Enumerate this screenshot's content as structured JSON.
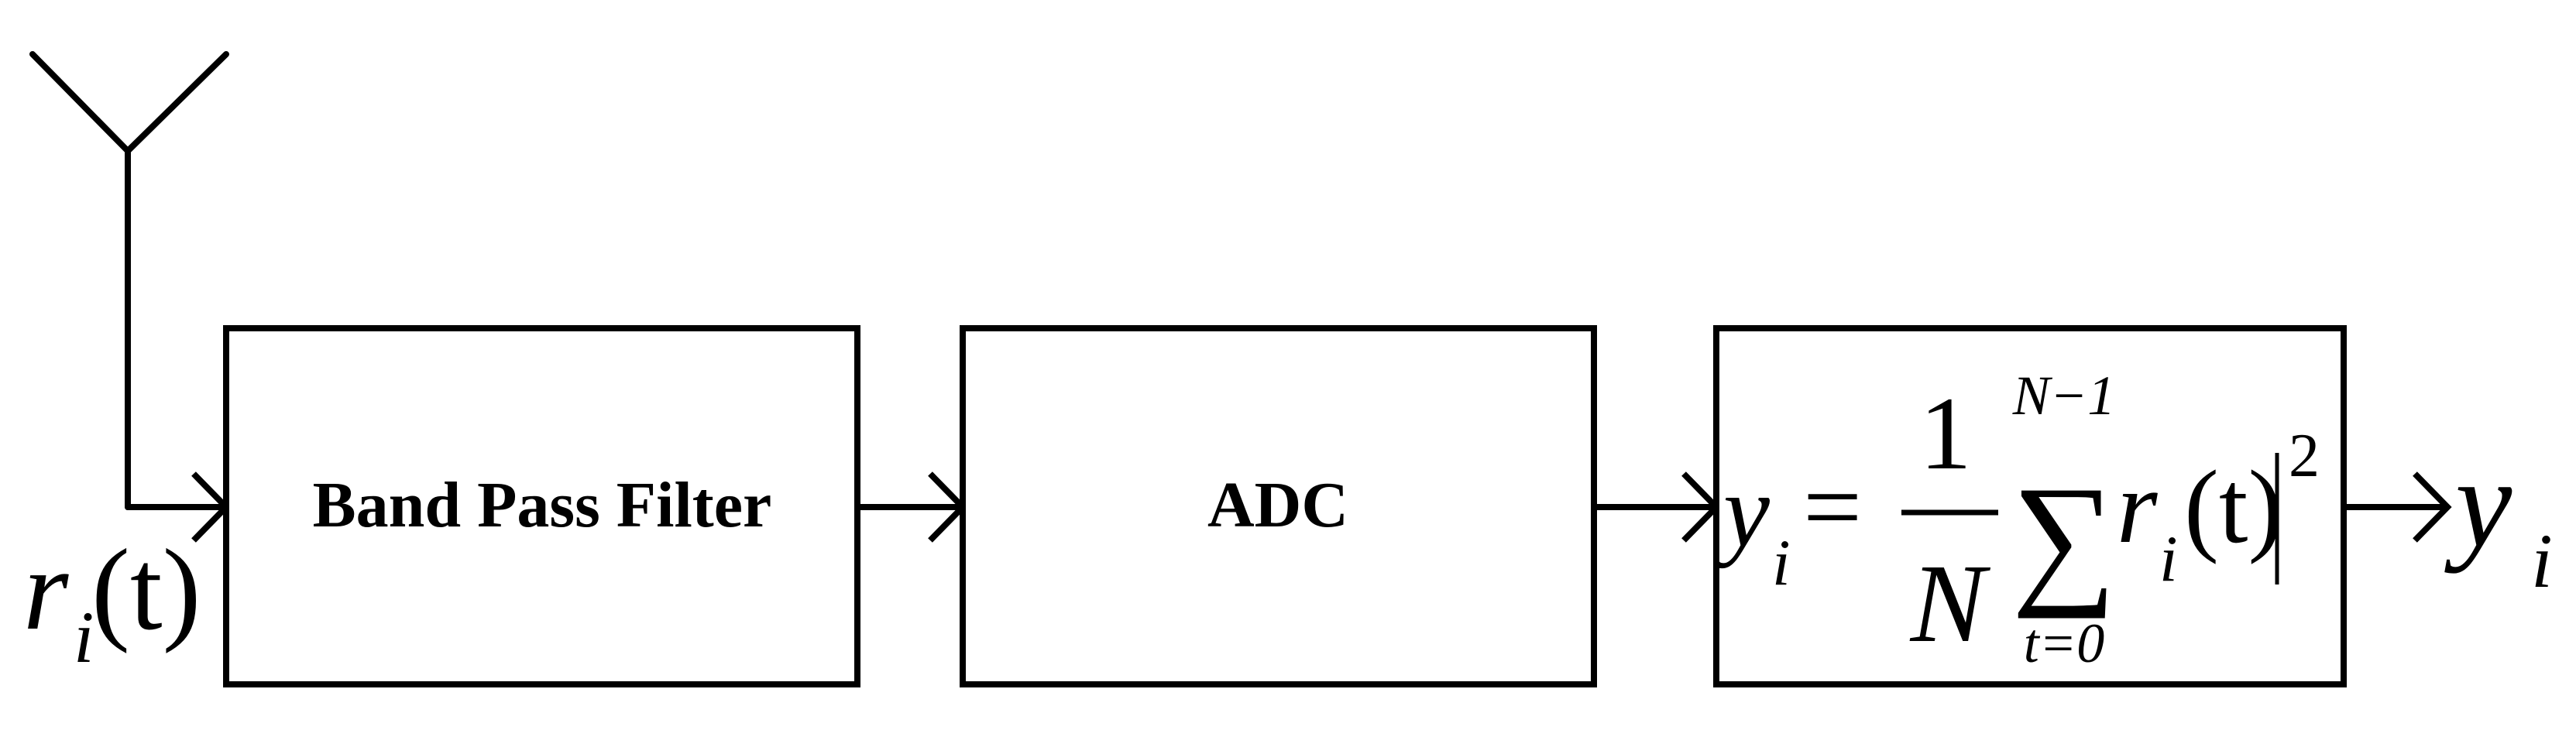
{
  "input_signal": {
    "base": "r",
    "sub": "i",
    "arg": "(t)"
  },
  "blocks": [
    {
      "label": "Band Pass Filter"
    },
    {
      "label": "ADC"
    }
  ],
  "energy_block": {
    "lhs_base": "y",
    "lhs_sub": "i",
    "equals": "=",
    "frac_num": "1",
    "frac_den": "N",
    "sum_sign": "∑",
    "sum_upper": "N−1",
    "sum_lower": "t=0",
    "term_base": "r",
    "term_sub": "i",
    "term_arg": "(t)",
    "power": "2"
  },
  "output_signal": {
    "base": "y",
    "sub": "i"
  }
}
